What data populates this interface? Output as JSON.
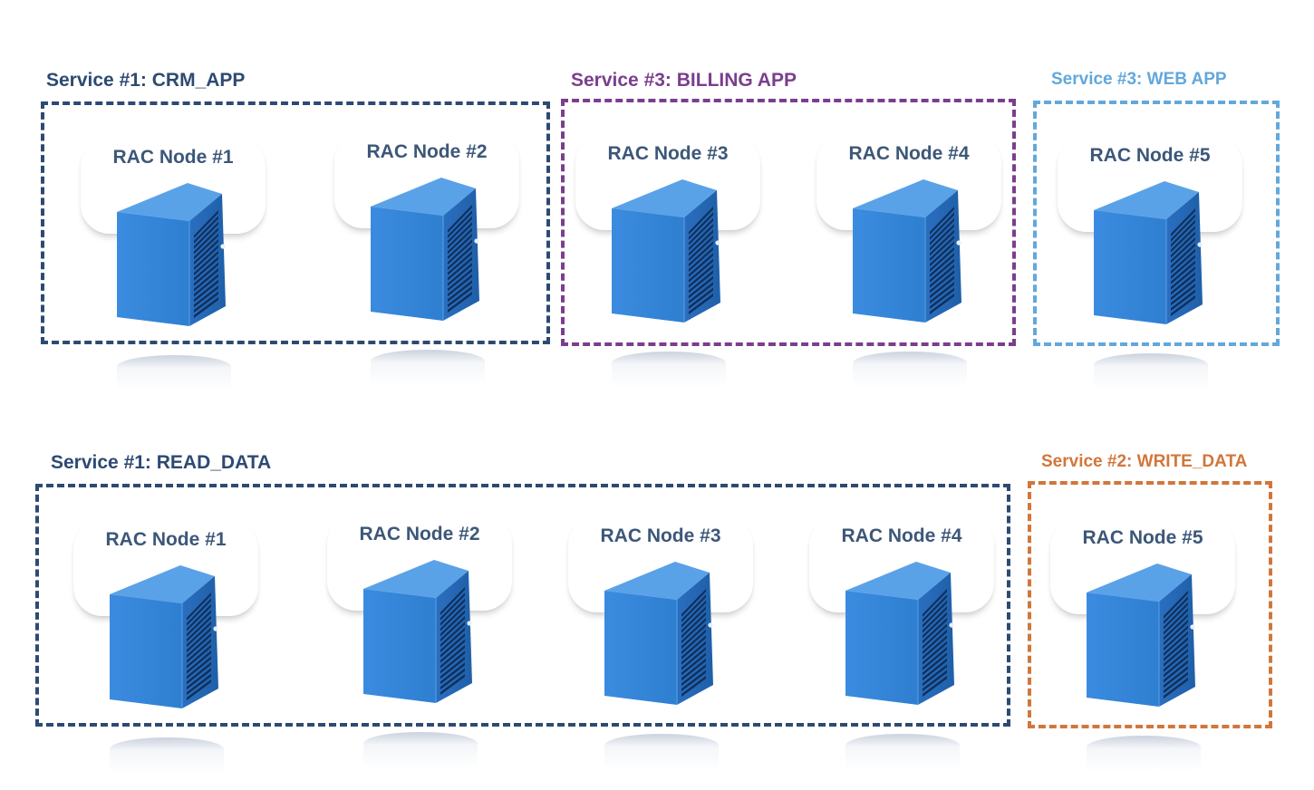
{
  "colors": {
    "crm": "#2d4a72",
    "billing": "#7b3e8e",
    "web": "#62a8dc",
    "write": "#d2763a",
    "node_label": "#3c5779",
    "server_front": "#2e7fd0",
    "server_side": "#1f5fa8"
  },
  "icons": {
    "node": "server-tower-icon"
  },
  "rows": [
    {
      "services": [
        {
          "title": "Service #1: CRM_APP",
          "color": "#2d4a72",
          "nodes": [
            "RAC Node #1",
            "RAC Node #2"
          ]
        },
        {
          "title": "Service #3: BILLING APP",
          "color": "#7b3e8e",
          "nodes": [
            "RAC Node #3",
            "RAC Node #4"
          ]
        },
        {
          "title": "Service #3: WEB APP",
          "color": "#62a8dc",
          "nodes": [
            "RAC Node #5"
          ]
        }
      ]
    },
    {
      "services": [
        {
          "title": "Service #1: READ_DATA",
          "color": "#2d4a72",
          "nodes": [
            "RAC Node #1",
            "RAC Node #2",
            "RAC Node #3",
            "RAC Node #4"
          ]
        },
        {
          "title": "Service #2: WRITE_DATA",
          "color": "#d2763a",
          "nodes": [
            "RAC Node #5"
          ]
        }
      ]
    }
  ]
}
